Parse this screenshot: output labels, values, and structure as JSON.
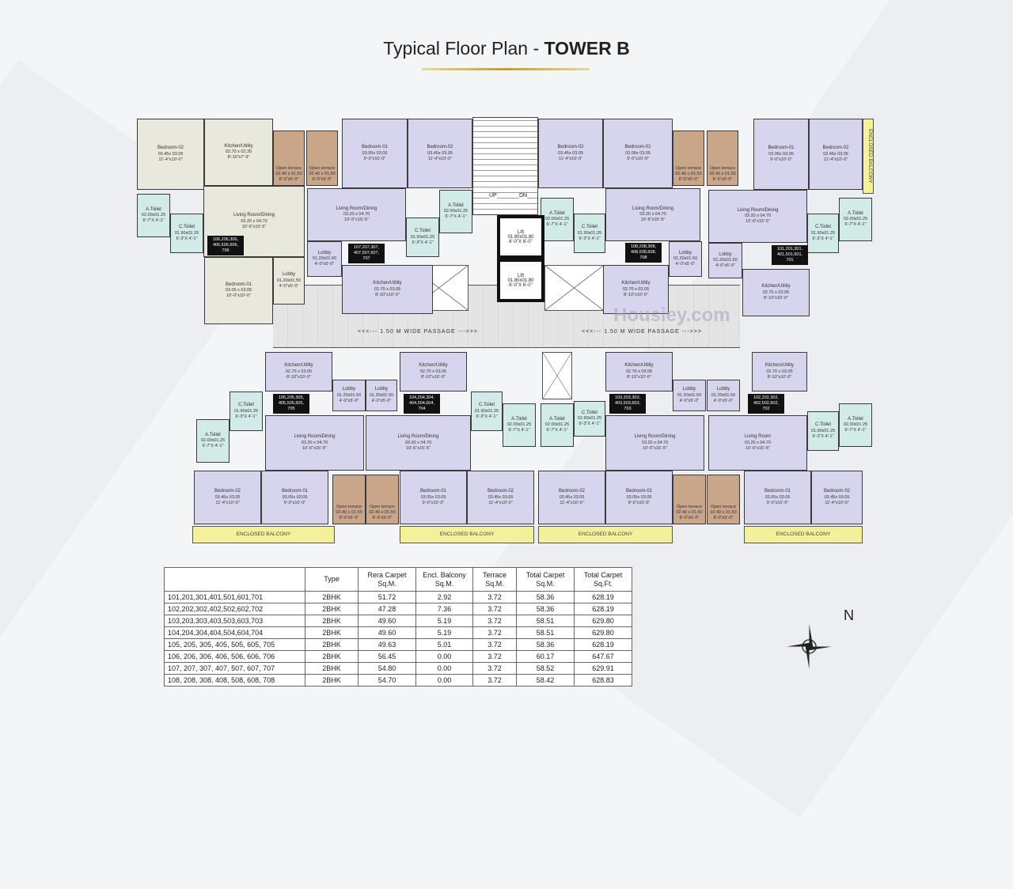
{
  "title": {
    "prefix": "Typical Floor Plan - ",
    "tower": "TOWER B"
  },
  "watermark": "Housiey.com",
  "colors": {
    "beige": "#e9e8dc",
    "purple": "#d7d5ee",
    "toilet": "#d2ebe8",
    "terrace": "#c9a58a",
    "balcony": "#f5f19a",
    "accent": "#c49a3d"
  },
  "passage_label": "<<<--- 1.50 M  WIDE PASSAGE --->>>",
  "stairs": {
    "up": "UP",
    "dn": "DN"
  },
  "lifts": [
    {
      "name": "Lift",
      "dims": "01.80x01.80",
      "ft": "6'-0\"X 6'-0\""
    },
    {
      "name": "Lift",
      "dims": "01.80x01.80",
      "ft": "6'-0\"X 6'-0\""
    }
  ],
  "terrace": {
    "name": "Open terrace",
    "dims": "02.40 x 01.50",
    "ft": "8'-0\"x5'-0\""
  },
  "enclosed_balcony": "ENCLOSED BALCONY",
  "units": [
    {
      "numbers": "106,206,306, 406,506,606, 706",
      "rooms": [
        {
          "name": "Bedroom-02",
          "dims": "03.45x 03.05",
          "ft": "11'-4\"x10'-0\""
        },
        {
          "name": "Kitchen/Utility",
          "dims": "02.70 x 02.35",
          "ft": "8'-10\"x7'-9\""
        },
        {
          "name": "Living Room/Dining",
          "dims": "03.20 x 04.70",
          "ft": "10'-6\"x15'-5\""
        },
        {
          "name": "A.Toilet",
          "dims": "02.00x01.25",
          "ft": "6'-7\"X 4'-1\""
        },
        {
          "name": "C.Toilet",
          "dims": "01.90x01.25",
          "ft": "6'-3\"X 4'-1\""
        },
        {
          "name": "Lobby",
          "dims": "01.20x01.50",
          "ft": "4'-0\"x5'-0\""
        },
        {
          "name": "Bedroom-01",
          "dims": "03.05 x 03.05",
          "ft": "10'-0\"x10'-0\""
        }
      ]
    },
    {
      "numbers": "107,207,307, 407,507,607, 707",
      "rooms": [
        {
          "name": "Bedroom-01",
          "dims": "03.05x 03.05",
          "ft": "9'-0\"x10'-0\""
        },
        {
          "name": "Bedroom-02",
          "dims": "03.45x 03.05",
          "ft": "11'-4\"x10'-0\""
        },
        {
          "name": "Living Room/Dining",
          "dims": "03.20 x 04.70",
          "ft": "10'-6\"x15'-5\""
        },
        {
          "name": "C.Toilet",
          "dims": "01.90x01.25",
          "ft": "6'-3\"X 4'-1\""
        },
        {
          "name": "A.Toilet",
          "dims": "02.00x01.25",
          "ft": "6'-7\"X 4'-1\""
        },
        {
          "name": "Lobby",
          "dims": "01.20x01.50",
          "ft": "4'-0\"x5'-0\""
        },
        {
          "name": "Kitchen/Utility",
          "dims": "02.70 x 03.05",
          "ft": "8'-10\"x10'-0\""
        }
      ]
    },
    {
      "numbers": "108,208,308, 408,508,608, 708",
      "rooms": [
        {
          "name": "Bedroom-02",
          "dims": "03.45x 03.05",
          "ft": "11'-4\"x10'-0\""
        },
        {
          "name": "Bedroom-01",
          "dims": "03.05x 03.05",
          "ft": "9'-0\"x10'-0\""
        },
        {
          "name": "Living Room/Dining",
          "dims": "03.20 x 04.70",
          "ft": "10'-6\"x15'-5\""
        },
        {
          "name": "A.Toilet",
          "dims": "02.00x01.25",
          "ft": "6'-7\"X 4'-1\""
        },
        {
          "name": "C.Toilet",
          "dims": "01.90x01.25",
          "ft": "6'-3\"X 4'-1\""
        },
        {
          "name": "Lobby",
          "dims": "01.20x01.50",
          "ft": "4'-0\"x5'-0\""
        },
        {
          "name": "Kitchen/Utility",
          "dims": "02.70 x 03.05",
          "ft": "8'-10\"x10'-0\""
        }
      ]
    },
    {
      "numbers": "101,201,301, 401,501,601, 701",
      "rooms": [
        {
          "name": "Bedroom-01",
          "dims": "03.05x 03.05",
          "ft": "9'-0\"x10'-0\""
        },
        {
          "name": "Bedroom-02",
          "dims": "03.45x 03.05",
          "ft": "11'-4\"x10'-0\""
        },
        {
          "name": "Living Room/Dining",
          "dims": "03.20 x 04.70",
          "ft": "10'-6\"x15'-5\""
        },
        {
          "name": "A.Toilet",
          "dims": "02.00x01.25",
          "ft": "6'-7\"X 4'-1\""
        },
        {
          "name": "C.Toilet",
          "dims": "01.90x01.25",
          "ft": "6'-3\"X 4'-1\""
        },
        {
          "name": "Lobby",
          "dims": "01.20x01.50",
          "ft": "4'-0\"x5'-0\""
        },
        {
          "name": "Kitchen/Utility",
          "dims": "02.70 x 03.05",
          "ft": "8'-10\"x10'-0\""
        }
      ]
    },
    {
      "numbers": "105,205,305, 405,505,605, 705",
      "rooms": [
        {
          "name": "Kitchen/Utility",
          "dims": "02.70 x 03.05",
          "ft": "8'-10\"x10'-0\""
        },
        {
          "name": "Living Room/Dining",
          "dims": "03.20 x 04.70",
          "ft": "10'-6\"x15'-5\""
        },
        {
          "name": "A.Toilet",
          "dims": "02.00x01.25",
          "ft": "6'-7\"X 4'-1\""
        },
        {
          "name": "C.Toilet",
          "dims": "01.90x01.25",
          "ft": "6'-3\"X 4'-1\""
        },
        {
          "name": "Lobby",
          "dims": "01.20x01.50",
          "ft": "4'-0\"x5'-0\""
        },
        {
          "name": "Bedroom-02",
          "dims": "03.45x 03.05",
          "ft": "11'-4\"x10'-0\""
        },
        {
          "name": "Bedroom-01",
          "dims": "03.05x 03.05",
          "ft": "9'-0\"x10'-0\""
        }
      ]
    },
    {
      "numbers": "104,204,304, 404,504,604, 704",
      "rooms": [
        {
          "name": "Kitchen/Utility",
          "dims": "02.70 x 03.05",
          "ft": "8'-10\"x10'-0\""
        },
        {
          "name": "Living Room/Dining",
          "dims": "03.20 x 04.70",
          "ft": "10'-6\"x15'-5\""
        },
        {
          "name": "C.Toilet",
          "dims": "01.90x01.25",
          "ft": "6'-3\"X 4'-1\""
        },
        {
          "name": "A.Toilet",
          "dims": "02.00x01.25",
          "ft": "6'-7\"X 4'-1\""
        },
        {
          "name": "Lobby",
          "dims": "01.20x01.50",
          "ft": "4'-0\"x5'-0\""
        },
        {
          "name": "Bedroom-01",
          "dims": "03.05x 03.05",
          "ft": "9'-0\"x10'-0\""
        },
        {
          "name": "Bedroom-02",
          "dims": "03.45x 03.05",
          "ft": "11'-4\"x10'-0\""
        }
      ]
    },
    {
      "numbers": "103,203,303, 403,503,603, 703",
      "rooms": [
        {
          "name": "Kitchen/Utility",
          "dims": "02.70 x 03.05",
          "ft": "8'-10\"x10'-0\""
        },
        {
          "name": "Living Room/Dining",
          "dims": "03.20 x 04.70",
          "ft": "10'-6\"x15'-5\""
        },
        {
          "name": "A.Toilet",
          "dims": "02.00x01.25",
          "ft": "6'-7\"X 4'-1\""
        },
        {
          "name": "C.Toilet",
          "dims": "01.90x01.25",
          "ft": "6'-3\"X 4'-1\""
        },
        {
          "name": "Lobby",
          "dims": "01.20x01.50",
          "ft": "4'-0\"x5'-0\""
        },
        {
          "name": "Bedroom-02",
          "dims": "03.45x 03.05",
          "ft": "11'-4\"x10'-0\""
        },
        {
          "name": "Bedroom-01",
          "dims": "03.05x 03.05",
          "ft": "9'-0\"x10'-0\""
        }
      ]
    },
    {
      "numbers": "102,202,302, 402,502,602, 702",
      "rooms": [
        {
          "name": "Kitchen/Utility",
          "dims": "02.70 x 03.05",
          "ft": "8'-10\"x10'-0\""
        },
        {
          "name": "Living Room",
          "dims": "03.20 x 04.70",
          "ft": "10'-6\"x15'-5\""
        },
        {
          "name": "C.Toilet",
          "dims": "01.90x01.25",
          "ft": "6'-3\"X 4'-1\""
        },
        {
          "name": "A.Toilet",
          "dims": "02.00x01.25",
          "ft": "6'-7\"X 4'-1\""
        },
        {
          "name": "Lobby",
          "dims": "01.20x01.50",
          "ft": "4'-0\"x5'-0\""
        },
        {
          "name": "Bedroom-01",
          "dims": "03.05x 03.05",
          "ft": "9'-0\"x10'-0\""
        },
        {
          "name": "Bedroom-02",
          "dims": "03.45x 03.05",
          "ft": "11'-4\"x10'-0\""
        }
      ]
    }
  ],
  "table": {
    "headers": [
      "",
      "Type",
      "Rera Carpet\nSq.M.",
      "Encl. Balcony\nSq.M.",
      "Terrace\nSq.M.",
      "Total Carpet\nSq.M.",
      "Total Carpet\nSq.Ft."
    ],
    "rows": [
      [
        "101,201,301,401,501,601,701",
        "2BHK",
        "51.72",
        "2.92",
        "3.72",
        "58.36",
        "628.19"
      ],
      [
        "102,202,302,402,502,602,702",
        "2BHK",
        "47.28",
        "7.36",
        "3.72",
        "58.36",
        "628.19"
      ],
      [
        "103,203,303,403,503,603,703",
        "2BHK",
        "49.60",
        "5.19",
        "3.72",
        "58.51",
        "629.80"
      ],
      [
        "104,204,304,404,504,604,704",
        "2BHK",
        "49.60",
        "5.19",
        "3.72",
        "58.51",
        "629.80"
      ],
      [
        "105, 205, 305, 405, 505, 605, 705",
        "2BHK",
        "49.63",
        "5.01",
        "3.72",
        "58.36",
        "628.19"
      ],
      [
        "106, 206, 306, 406, 506, 606, 706",
        "2BHK",
        "56.45",
        "0.00",
        "3.72",
        "60.17",
        "647.67"
      ],
      [
        "107, 207, 307, 407, 507, 607, 707",
        "2BHK",
        "54.80",
        "0.00",
        "3.72",
        "58.52",
        "629.91"
      ],
      [
        "108, 208, 308, 408, 508, 608, 708",
        "2BHK",
        "54.70",
        "0.00",
        "3.72",
        "58.42",
        "628.83"
      ]
    ]
  },
  "compass": {
    "label": "N",
    "icon": "compass-rose-icon"
  }
}
